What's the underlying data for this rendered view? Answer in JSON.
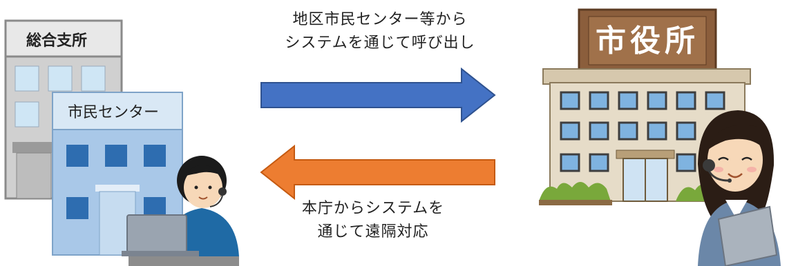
{
  "left": {
    "branch_office_label": "総合支所",
    "citizen_center_label": "市民センター"
  },
  "right": {
    "city_hall_label": "市役所"
  },
  "top_caption": {
    "line1": "地区市民センター等から",
    "line2": "システムを通じて呼び出し"
  },
  "bottom_caption": {
    "line1": "本庁からシステムを",
    "line2": "通じて遠隔対応"
  },
  "colors": {
    "arrow_right": "#4472c4",
    "arrow_left": "#ed7d31",
    "branch_building": "#c9c9c9",
    "citizen_center": "#a9c8e8",
    "city_hall_wall": "#e6dcc8",
    "city_hall_sign": "#8b5e3c"
  }
}
